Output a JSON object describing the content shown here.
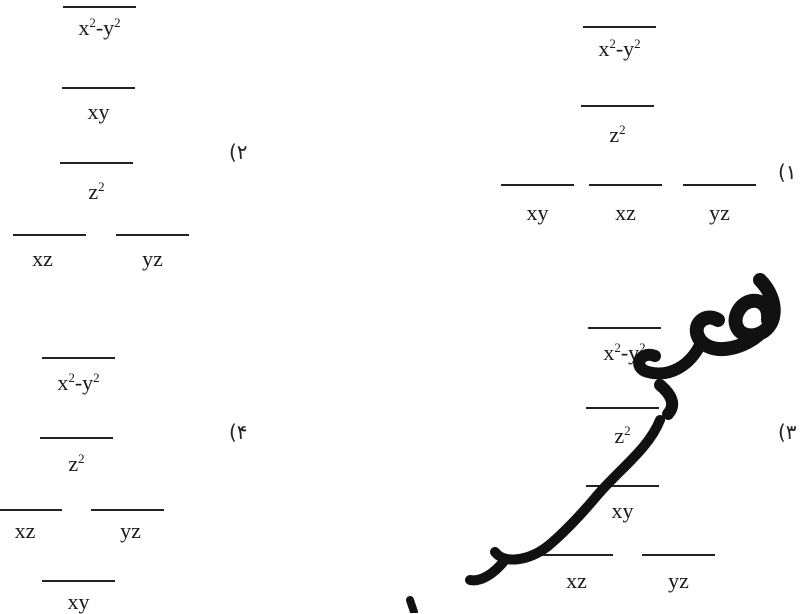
{
  "options": [
    {
      "id": "1",
      "label": "(۱",
      "levels": [
        {
          "orbital": "x2y2",
          "text": "x",
          "sup": "2",
          "text2": "-y",
          "sup2": "2"
        },
        {
          "orbital": "z2",
          "text": "z",
          "sup": "2"
        },
        {
          "orbital": "xy",
          "text": "xy"
        },
        {
          "orbital": "xz",
          "text": "xz"
        },
        {
          "orbital": "yz",
          "text": "yz"
        }
      ]
    },
    {
      "id": "2",
      "label": "(۲",
      "levels": [
        {
          "orbital": "x2y2",
          "text": "x",
          "sup": "2",
          "text2": "-y",
          "sup2": "2"
        },
        {
          "orbital": "xy",
          "text": "xy"
        },
        {
          "orbital": "z2",
          "text": "z",
          "sup": "2"
        },
        {
          "orbital": "xz",
          "text": "xz"
        },
        {
          "orbital": "yz",
          "text": "yz"
        }
      ]
    },
    {
      "id": "3",
      "label": "(۳",
      "levels": [
        {
          "orbital": "x2y2",
          "text": "x",
          "sup": "2",
          "text2": "-y",
          "sup2": "2"
        },
        {
          "orbital": "z2",
          "text": "z",
          "sup": "2"
        },
        {
          "orbital": "xy",
          "text": "xy"
        },
        {
          "orbital": "xz",
          "text": "xz"
        },
        {
          "orbital": "yz",
          "text": "yz"
        }
      ]
    },
    {
      "id": "4",
      "label": "(۴",
      "levels": [
        {
          "orbital": "x2y2",
          "text": "x",
          "sup": "2",
          "text2": "-y",
          "sup2": "2"
        },
        {
          "orbital": "z2",
          "text": "z",
          "sup": "2"
        },
        {
          "orbital": "xz",
          "text": "xz"
        },
        {
          "orbital": "yz",
          "text": "yz"
        },
        {
          "orbital": "xy",
          "text": "xy"
        }
      ]
    }
  ],
  "watermark": {
    "color": "#111111"
  }
}
